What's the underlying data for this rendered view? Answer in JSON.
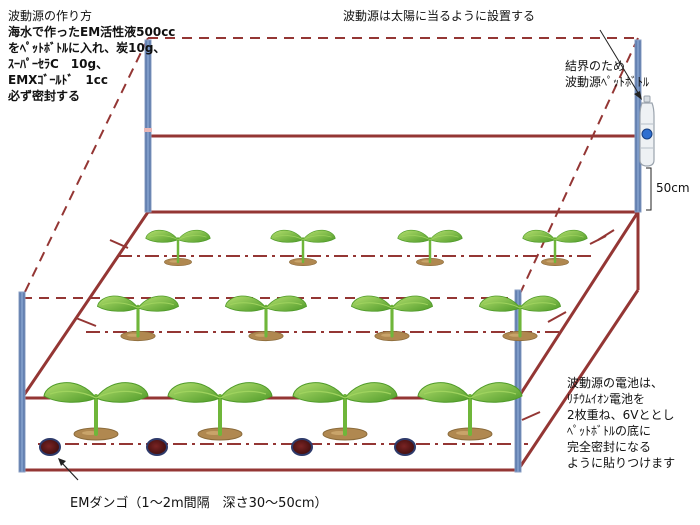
{
  "recipe": {
    "lines": [
      "波動源の作り方",
      "海水で作ったEM活性液500cc",
      "をﾍﾟｯﾄﾎﾞﾄﾙに入れ、炭10g、",
      "ｽｰﾊﾟｰｾﾗC　10g、",
      "EMXｺﾞｰﾙﾄﾞ　1cc",
      "必ず密封する"
    ]
  },
  "top_note": "波動源は太陽に当るように設置する",
  "bottle_note": {
    "lines": [
      "結界のため",
      "波動源ﾍﾟｯﾄﾎﾞﾄﾙ"
    ]
  },
  "height_label": "50cm",
  "battery_note": {
    "lines": [
      "波動源の電池は、",
      "ﾘﾁｳﾑｲｵﾝ電池を",
      "2枚重ね、6Vととし",
      "ﾍﾟｯﾄﾎﾞﾄﾙの底に",
      "完全密封になる",
      "ように貼りつけます"
    ]
  },
  "dango_caption": "EMダンゴ（1～2m間隔　深さ30～50cm）",
  "colors": {
    "frame": "#943634",
    "post": "#4f6fa3",
    "leaf": "#6fb63a",
    "leaf_light": "#a8d86a",
    "soil": "#b08850",
    "dango": "#5a1818"
  }
}
